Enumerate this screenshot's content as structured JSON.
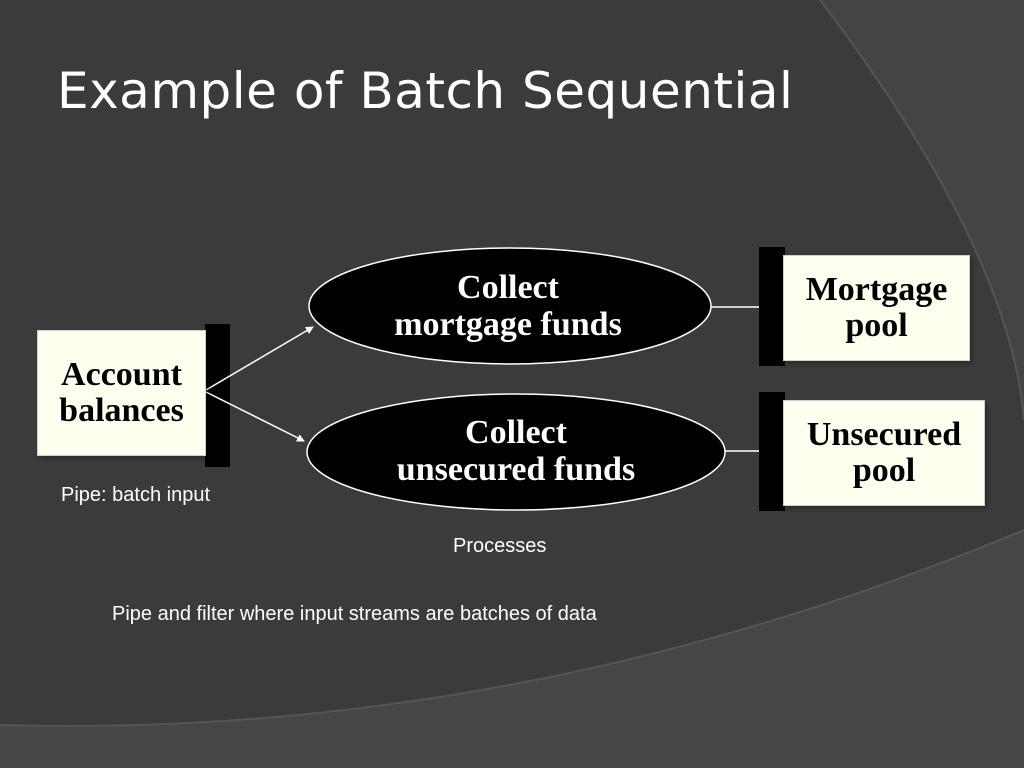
{
  "slide": {
    "title": "Example of Batch Sequential",
    "background_color": "#3b3b3b",
    "text_color": "#ffffff"
  },
  "diagram": {
    "input": {
      "line1": "Account",
      "line2": "balances"
    },
    "processes": [
      {
        "line1": "Collect",
        "line2": "mortgage funds"
      },
      {
        "line1": "Collect",
        "line2": "unsecured funds"
      }
    ],
    "outputs": [
      {
        "line1": "Mortgage",
        "line2": "pool"
      },
      {
        "line1": "Unsecured",
        "line2": "pool"
      }
    ],
    "captions": {
      "pipe": "Pipe: batch input",
      "processes": "Processes",
      "summary": "Pipe and filter where input streams are batches of data"
    },
    "colors": {
      "box_fill": "#fffff0",
      "process_fill": "#000000",
      "pipe_bar": "#000000"
    }
  }
}
